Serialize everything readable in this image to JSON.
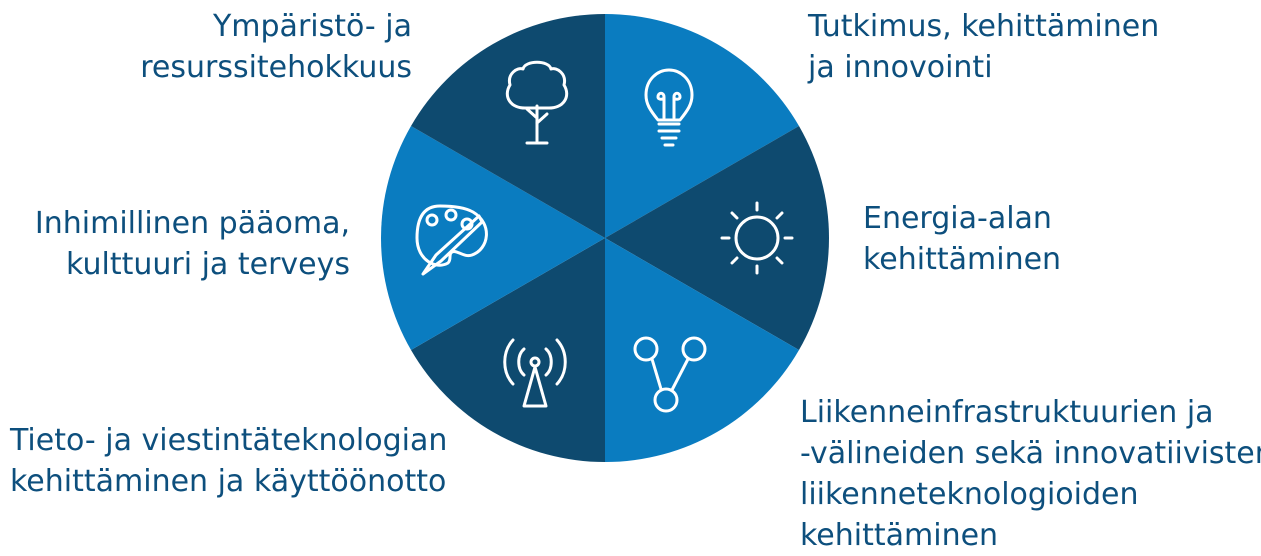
{
  "colors": {
    "dark": "#0e4a6f",
    "light": "#0a7cc0",
    "icon": "#ffffff",
    "text": "#0d4f7d"
  },
  "segments": [
    {
      "id": "research",
      "icon": "lightbulb-icon",
      "lines": [
        "Tutkimus, kehittäminen",
        "ja innovointi"
      ]
    },
    {
      "id": "energy",
      "icon": "sun-icon",
      "lines": [
        "Energia-alan",
        "kehittäminen"
      ]
    },
    {
      "id": "transport",
      "icon": "route-nodes-icon",
      "lines": [
        "Liikenneinfrastruktuurien ja",
        "-välineiden sekä innovatiivisten",
        "liikenneteknologioiden",
        "kehittäminen"
      ]
    },
    {
      "id": "ict",
      "icon": "antenna-icon",
      "lines": [
        "Tieto- ja viestintäteknologian",
        "kehittäminen ja käyttöönotto"
      ]
    },
    {
      "id": "human",
      "icon": "palette-icon",
      "lines": [
        "Inhimillinen pääoma,",
        "kulttuuri ja terveys"
      ]
    },
    {
      "id": "environment",
      "icon": "tree-icon",
      "lines": [
        "Ympäristö- ja",
        "resurssitehokkuus"
      ]
    }
  ]
}
